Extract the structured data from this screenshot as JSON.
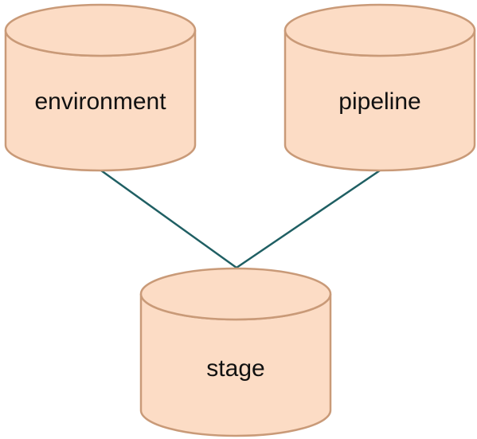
{
  "diagram": {
    "nodes": [
      {
        "id": "environment",
        "label": "environment",
        "shape": "cylinder"
      },
      {
        "id": "pipeline",
        "label": "pipeline",
        "shape": "cylinder"
      },
      {
        "id": "stage",
        "label": "stage",
        "shape": "cylinder"
      }
    ],
    "edges": [
      {
        "from": "environment",
        "to": "stage"
      },
      {
        "from": "pipeline",
        "to": "stage"
      }
    ],
    "colors": {
      "node_fill": "#FCDCC5",
      "node_stroke": "#C99A78",
      "edge_stroke": "#1F5F63",
      "text": "#111111"
    }
  }
}
